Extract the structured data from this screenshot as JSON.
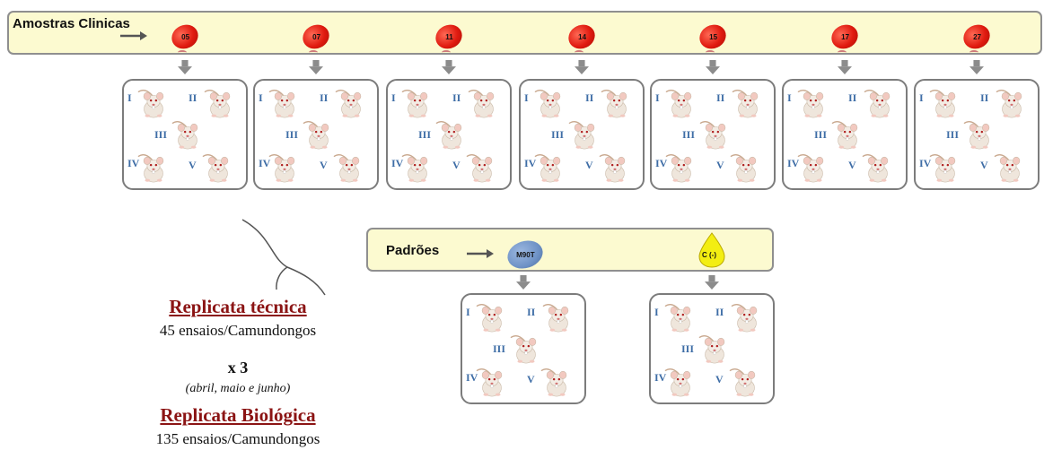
{
  "clinical_banner": {
    "title": "Amostras Clinicas",
    "samples": [
      "05",
      "07",
      "11",
      "14",
      "15",
      "17",
      "27"
    ]
  },
  "mouse_labels": [
    "I",
    "II",
    "III",
    "IV",
    "V"
  ],
  "standards_banner": {
    "title": "Padrões",
    "positive": "M90T",
    "negative": "C (-)"
  },
  "summary": {
    "technical_title": "Replicata técnica",
    "technical_count": "45 ensaios/Camundongos",
    "multiplier": "x 3",
    "months": "(abril, maio e junho)",
    "biological_title": "Replicata Biológica",
    "biological_count": "135 ensaios/Camundongos"
  },
  "colors": {
    "banner_fill": "#fcfad0",
    "sample_red": "#e01b10",
    "positive_blue": "#6e92c6",
    "negative_yellow": "#f3ee12",
    "title_red": "#8b1414",
    "roman_blue": "#3e6da6"
  }
}
